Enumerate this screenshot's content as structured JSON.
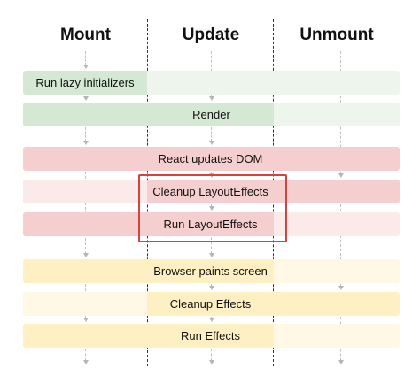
{
  "headers": {
    "mount": "Mount",
    "update": "Update",
    "unmount": "Unmount"
  },
  "phases": {
    "lazy_initializers": "Run lazy initializers",
    "render": "Render",
    "react_updates_dom": "React updates DOM",
    "cleanup_layout_effects": "Cleanup LayoutEffects",
    "run_layout_effects": "Run LayoutEffects",
    "browser_paints_screen": "Browser paints screen",
    "cleanup_effects": "Cleanup Effects",
    "run_effects": "Run Effects"
  },
  "colors": {
    "green_strong": "#d5e8d4",
    "green_light": "#edf5ec",
    "red_strong": "#f5cfcf",
    "red_light": "#fbeaea",
    "yellow_strong": "#fff0c4",
    "yellow_light": "#fff8e4",
    "highlight": "#d9413a"
  }
}
